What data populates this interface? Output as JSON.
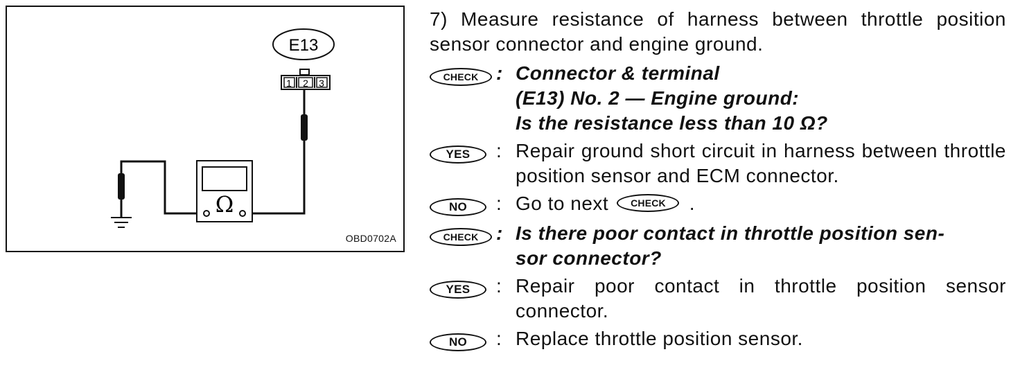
{
  "figure": {
    "connector_label": "E13",
    "pins": [
      "1",
      "2",
      "3"
    ],
    "meter_symbol": "Ω",
    "figure_code": "OBD0702A"
  },
  "text": {
    "intro": "7) Measure resistance of harness between throttle position sensor connector and engine ground.",
    "check_badge": "CHECK",
    "yes_badge": "YES",
    "no_badge": "NO",
    "colon": ":",
    "step1": {
      "check_lines": [
        "Connector & terminal",
        "(E13) No. 2 — Engine ground:",
        "Is the resistance less than 10 Ω?"
      ],
      "yes": "Repair ground short circuit in harness between throttle position sensor and ECM connector.",
      "no_prefix": "Go to next",
      "no_suffix": "."
    },
    "step2": {
      "check_lines": [
        "Is there poor contact in throttle position sen-",
        "sor connector?"
      ],
      "yes": "Repair poor contact in throttle position sensor connector.",
      "no": "Replace throttle position sensor."
    }
  }
}
